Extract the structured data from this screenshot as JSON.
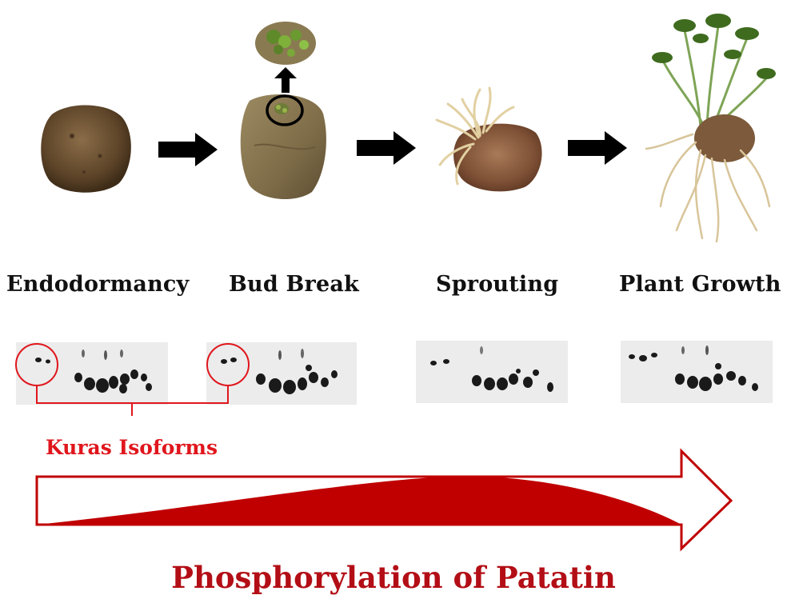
{
  "stages": [
    {
      "label": "Endodormancy"
    },
    {
      "label": "Bud Break"
    },
    {
      "label": "Sprouting"
    },
    {
      "label": "Plant Growth"
    }
  ],
  "gel_bracket_label": "Kuras Isoforms",
  "bottom_title": "Phosphorylation of Patatin",
  "colors": {
    "title": "#b30e16",
    "isoform_highlight": "#e0161d",
    "arrow_fill": "#c00000",
    "flow_arrows": "#000000"
  },
  "icons": [
    "potato-tuber-icon",
    "budding-tuber-icon",
    "bud-closeup-icon",
    "sprouting-tuber-icon",
    "growing-plant-icon",
    "flow-arrow-icon",
    "gel-blot-icon"
  ]
}
